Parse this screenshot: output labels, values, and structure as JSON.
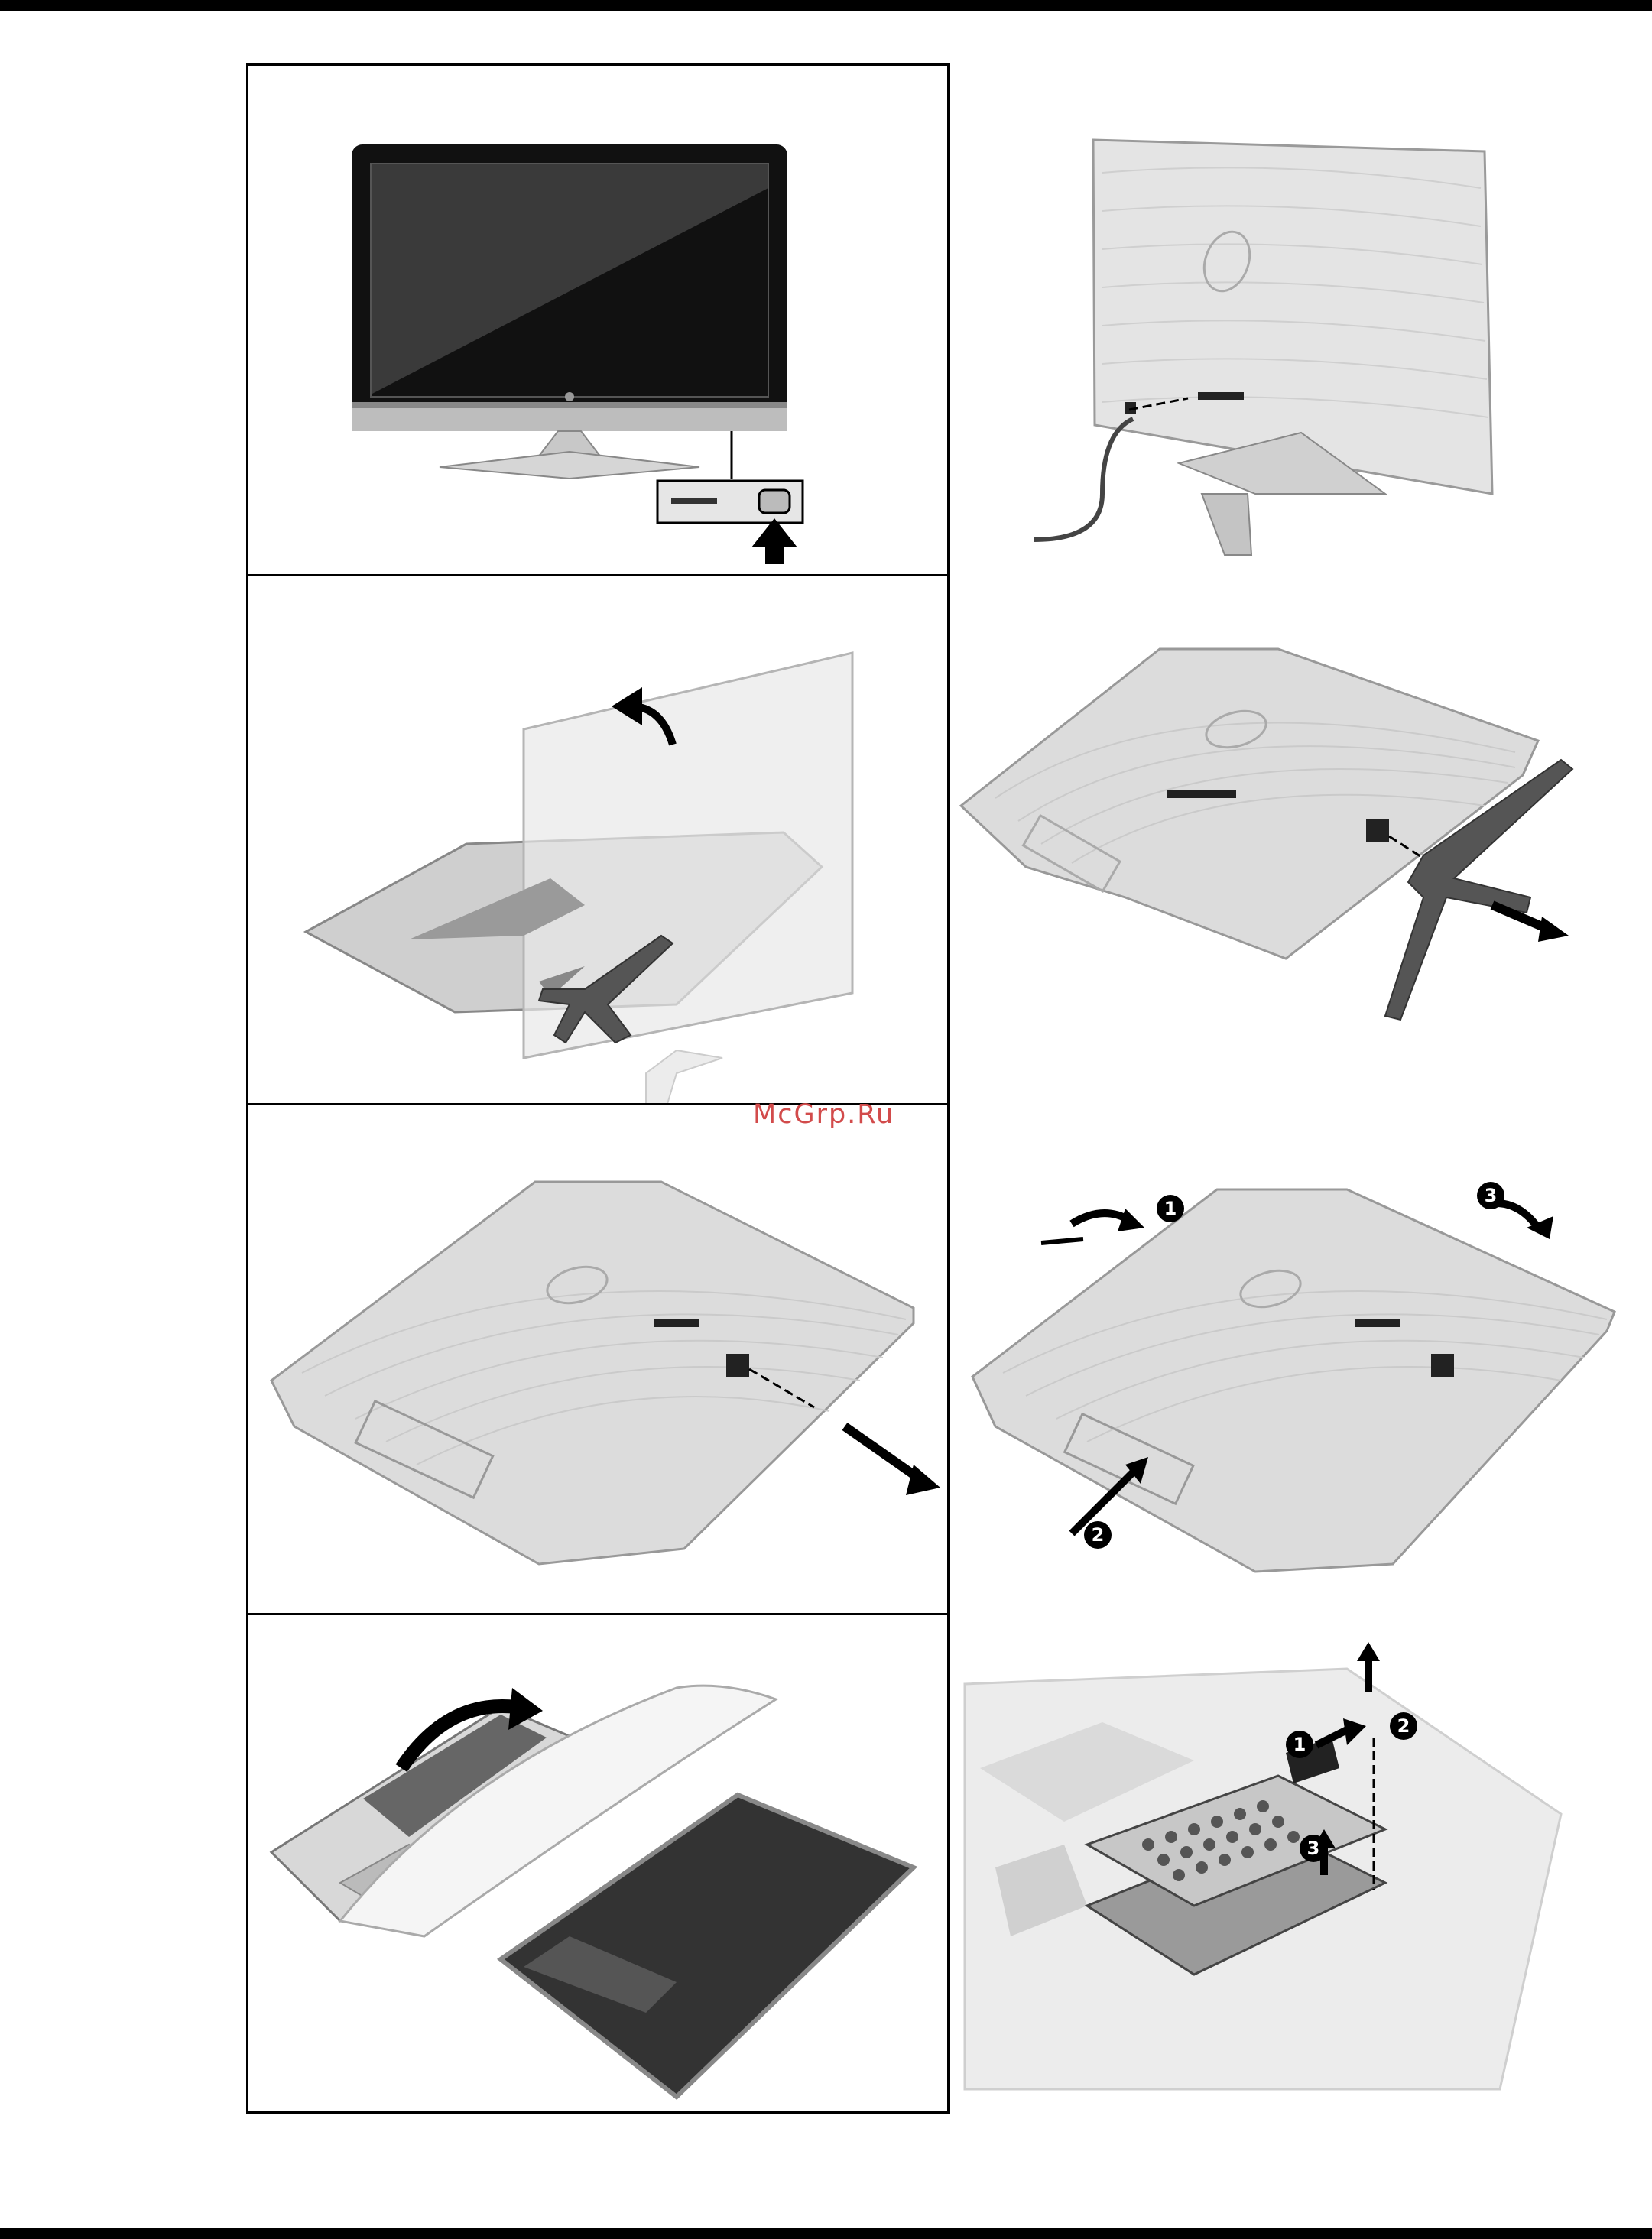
{
  "page": {
    "watermark": "McGrp.Ru"
  },
  "figure": {
    "panels": [
      {
        "id": 1,
        "depicts": "front-view-all-in-one-power-button-icon"
      },
      {
        "id": 2,
        "depicts": "rear-view-power-cord-disconnect-icon"
      },
      {
        "id": 3,
        "depicts": "lay-computer-face-down-icon"
      },
      {
        "id": 4,
        "depicts": "remove-stand-icon"
      },
      {
        "id": 5,
        "depicts": "remove-security-screw-icon"
      },
      {
        "id": 6,
        "depicts": "release-rear-cover-icon"
      },
      {
        "id": 7,
        "depicts": "lift-rear-cover-icon"
      },
      {
        "id": 8,
        "depicts": "remove-drive-cage-icon"
      }
    ],
    "callouts": {
      "panel6": [
        "1",
        "2",
        "3"
      ],
      "panel8": [
        "1",
        "2",
        "3"
      ]
    }
  },
  "colors": {
    "rule": "#000000",
    "device_light": "#dcdcdc",
    "device_mid": "#b8b8b8",
    "screen": "#1a1a1a",
    "watermark": "#d24b4b"
  }
}
